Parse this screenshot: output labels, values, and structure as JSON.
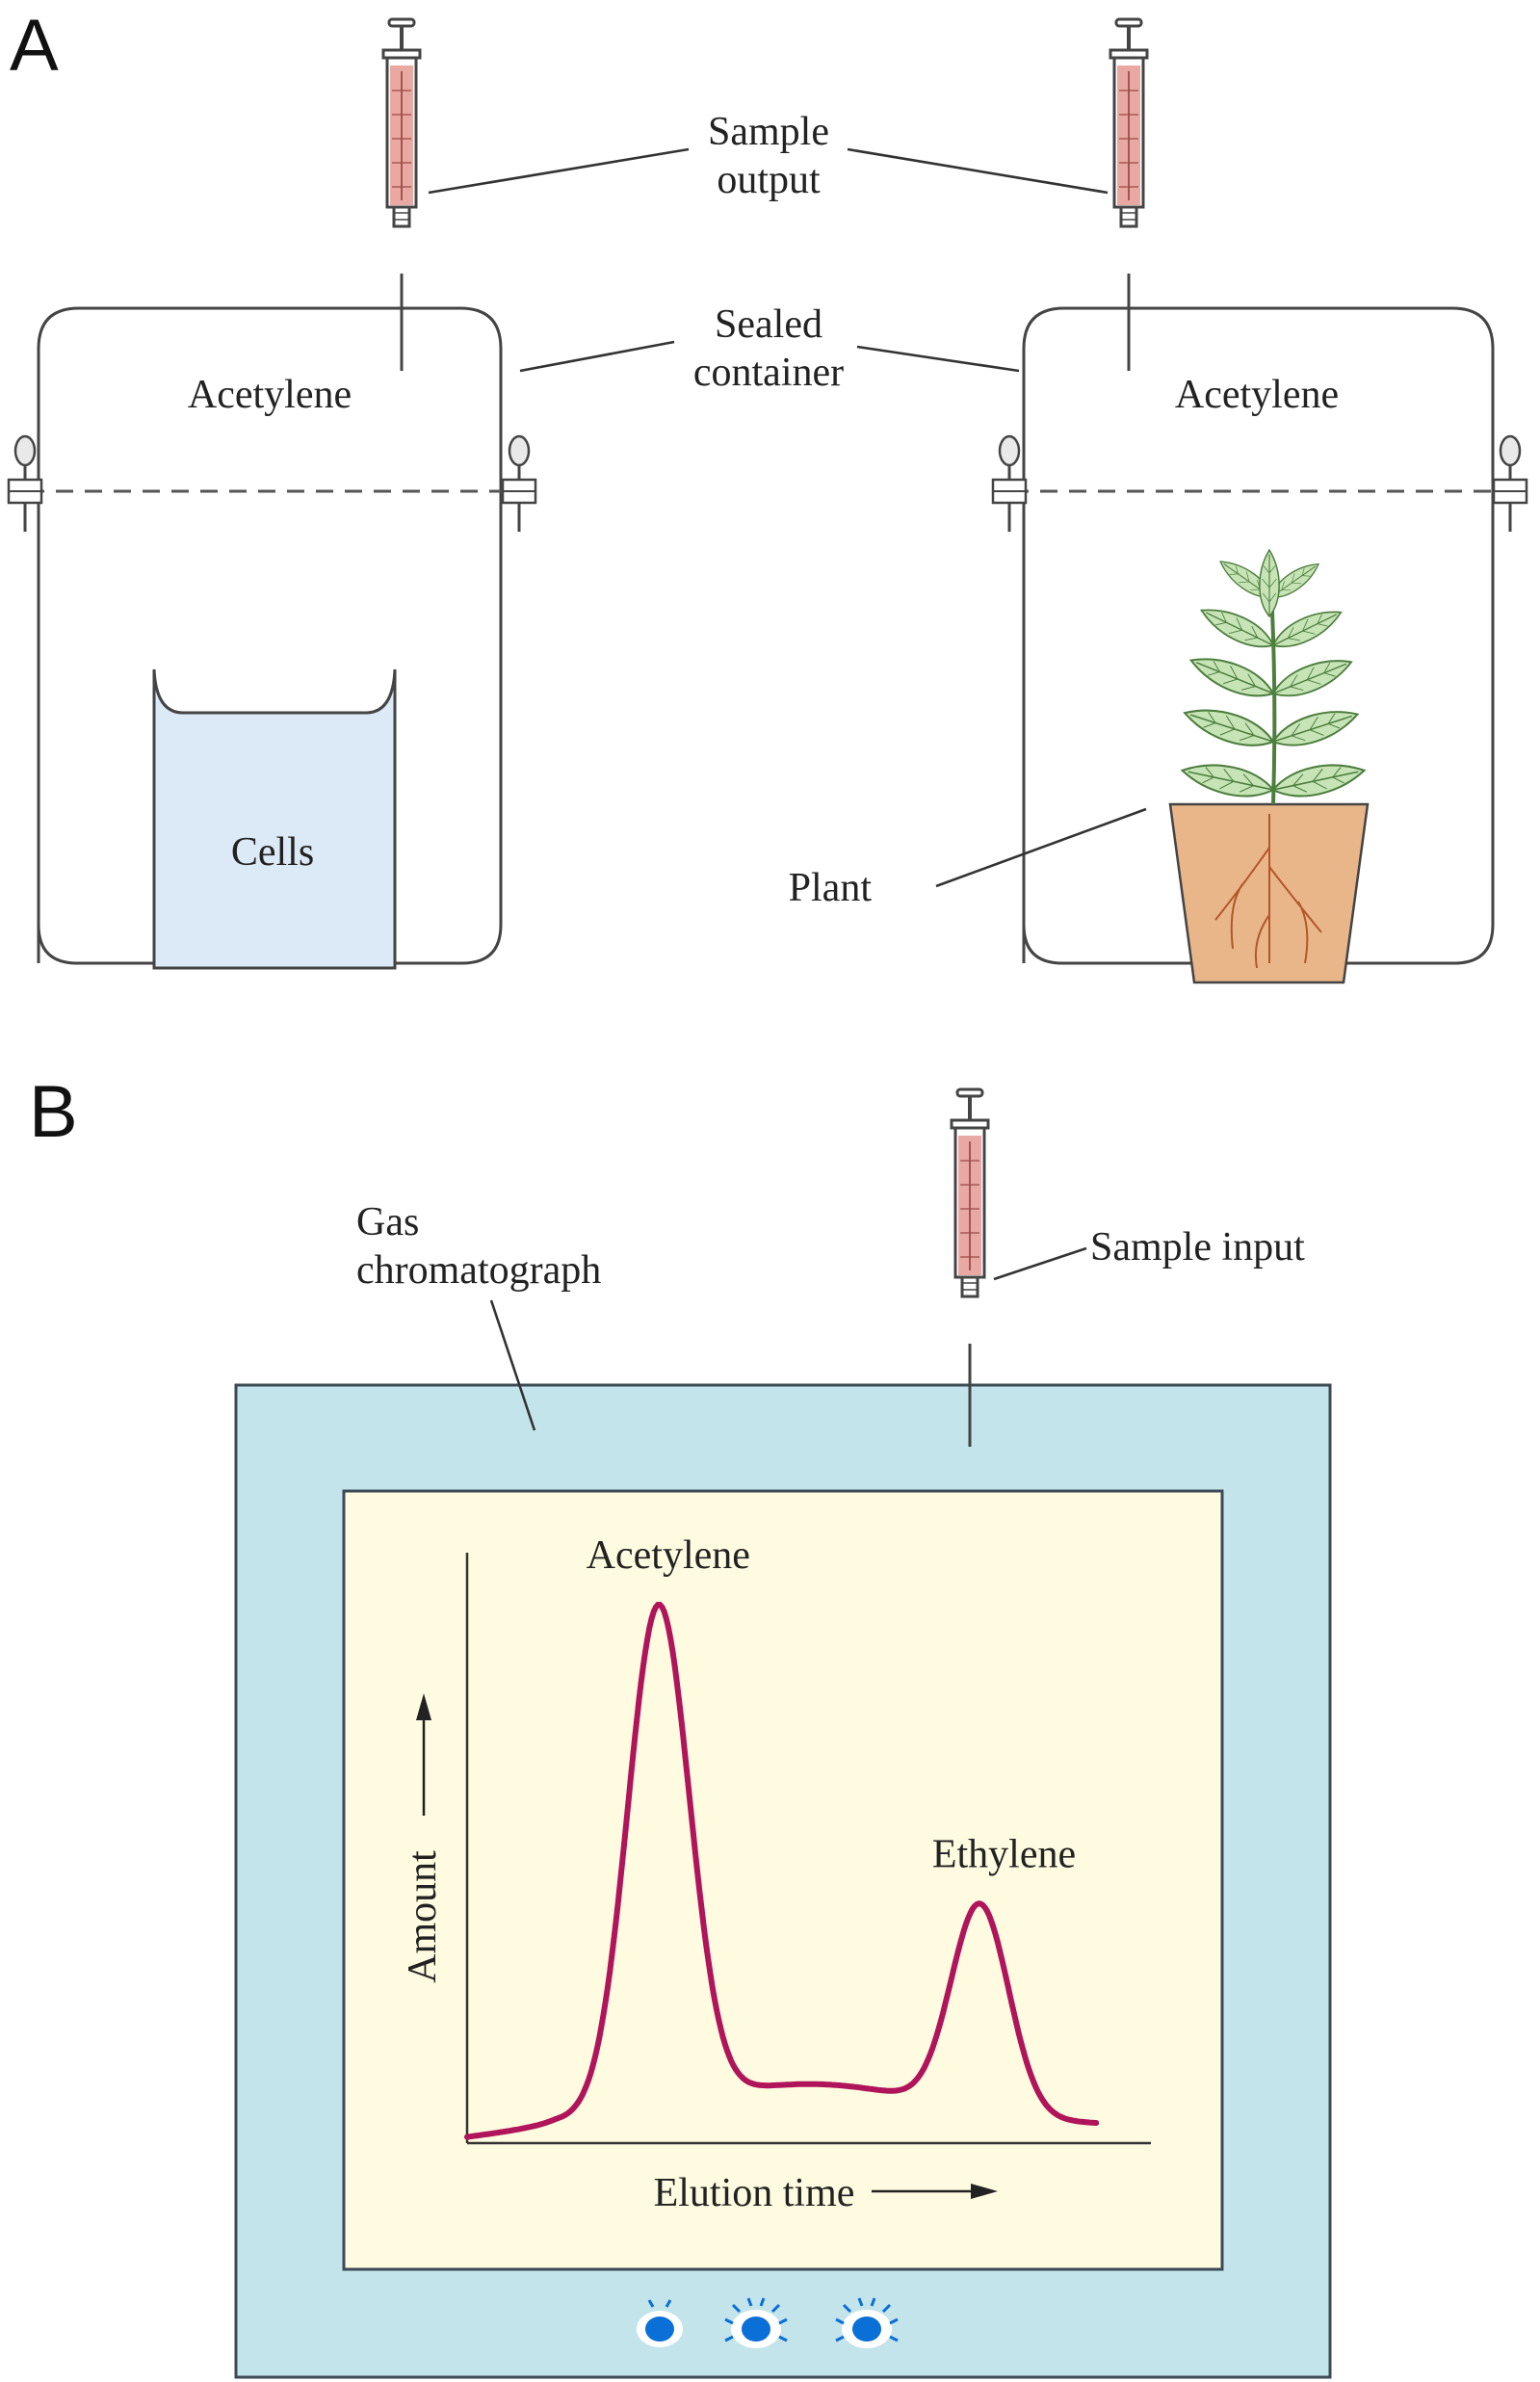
{
  "panels": {
    "a": "A",
    "b": "B"
  },
  "panel_a": {
    "sample_output_line1": "Sample",
    "sample_output_line2": "output",
    "sealed_container_line1": "Sealed",
    "sealed_container_line2": "container",
    "left_gas": "Acetylene",
    "right_gas": "Acetylene",
    "cells": "Cells",
    "plant": "Plant"
  },
  "panel_b": {
    "instrument_line1": "Gas",
    "instrument_line2": "chromatograph",
    "sample_input": "Sample input",
    "indicator_lights": 3
  },
  "chart_data": {
    "type": "line",
    "xlabel": "Elution time",
    "ylabel": "Amount",
    "peaks": [
      {
        "label": "Acetylene",
        "x": 0.28,
        "height": 0.85
      },
      {
        "label": "Ethylene",
        "x": 0.75,
        "height": 0.35
      }
    ]
  },
  "colors": {
    "syringe_fluid": "#e9a9a2",
    "cells_fill": "#dce9f6",
    "instrument_body": "#c4e4ec",
    "display_screen": "#fefbe0",
    "trace": "#b0145a",
    "leaf": "#c7e4b7",
    "pot": "#e8b689",
    "indicator": "#0a6fd6"
  }
}
